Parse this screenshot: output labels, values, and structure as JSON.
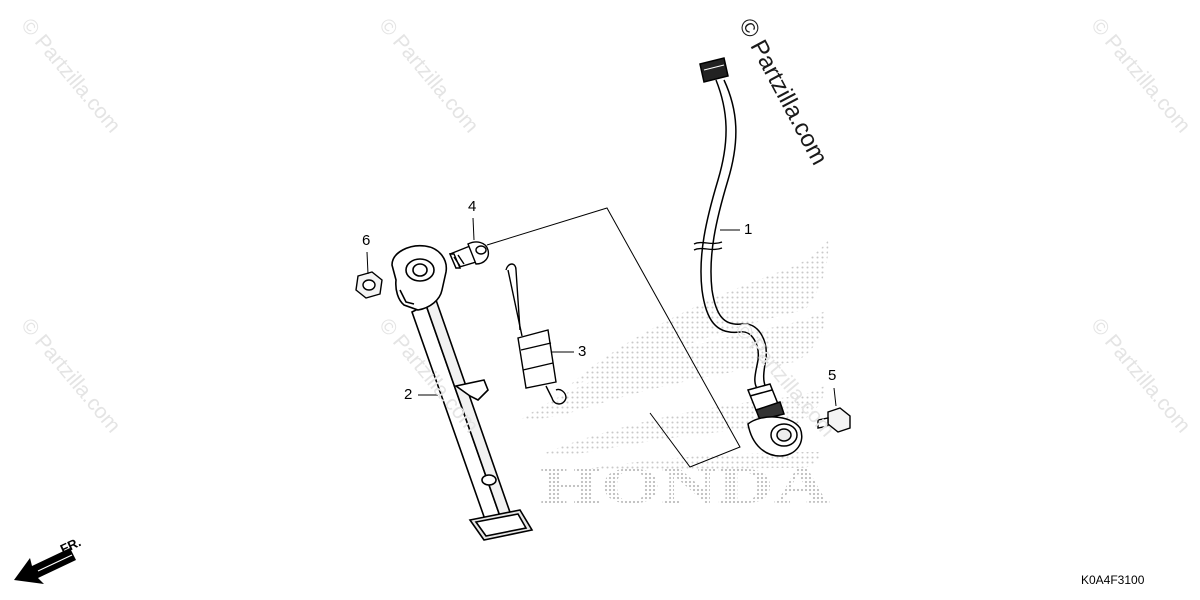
{
  "diagram": {
    "brand_watermark": "HONDA",
    "copyright_text": "© Partzilla.com",
    "faint_watermark_text": "© Partzilla.com",
    "diagram_code": "K0A4F3100",
    "direction_label": "FR.",
    "callouts": [
      {
        "number": "1",
        "part": "side-stand-switch-harness"
      },
      {
        "number": "2",
        "part": "side-stand"
      },
      {
        "number": "3",
        "part": "side-stand-spring"
      },
      {
        "number": "4",
        "part": "pivot-bolt"
      },
      {
        "number": "5",
        "part": "switch-bolt"
      },
      {
        "number": "6",
        "part": "lock-nut"
      }
    ],
    "colors": {
      "line": "#000000",
      "watermark_dots": "#cfcfcf",
      "background": "#ffffff"
    }
  }
}
